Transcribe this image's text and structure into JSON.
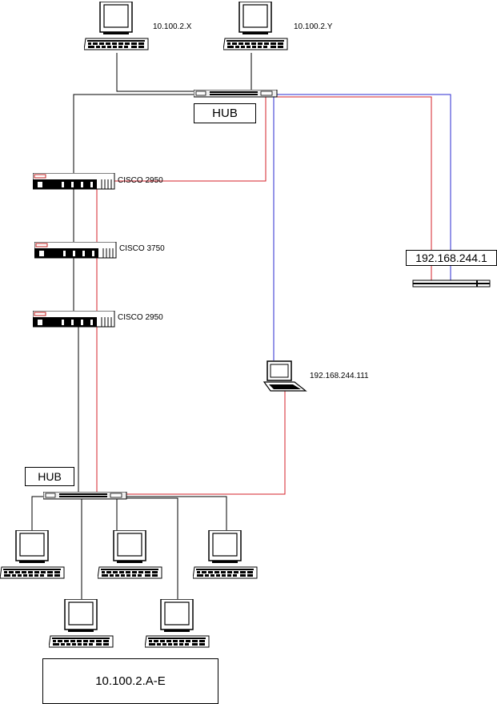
{
  "hosts": {
    "top_left": "10.100.2.X",
    "top_right": "10.100.2.Y",
    "laptop": "192.168.244.111",
    "group": "10.100.2.A-E"
  },
  "hubs": {
    "top": "HUB",
    "bottom": "HUB"
  },
  "switches": {
    "upper": "CISCO 2950",
    "middle": "CISCO 3750",
    "lower": "CISCO 2950"
  },
  "router": "192.168.244.1",
  "colors": {
    "black_link": "#000000",
    "red_link": "#d6202a",
    "blue_link": "#2b2bd0"
  }
}
